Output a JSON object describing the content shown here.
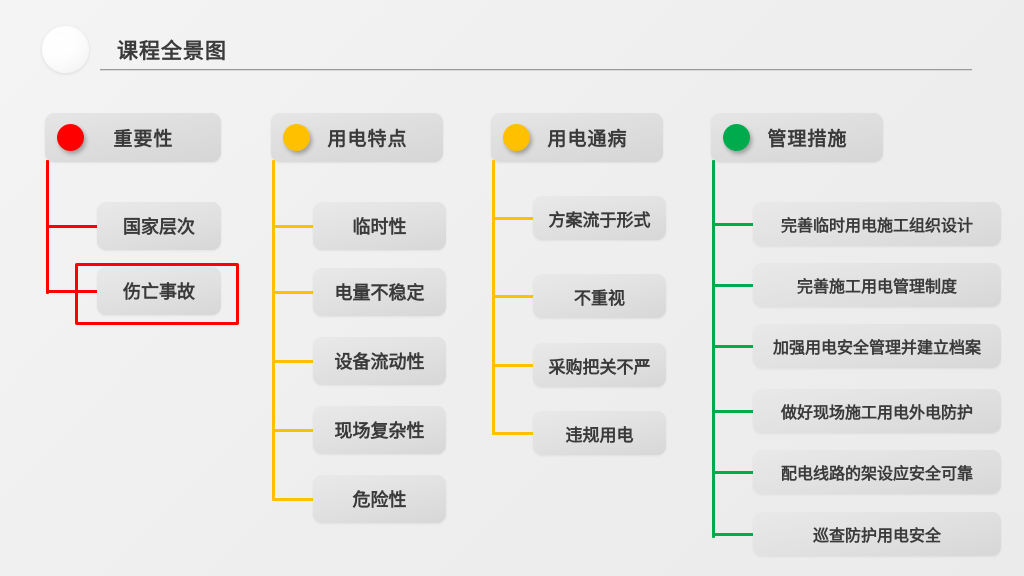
{
  "slide": {
    "title": "课程全景图",
    "background_color": "#f1f1f1"
  },
  "columns": [
    {
      "id": "importance",
      "header": "重要性",
      "dot_icon": "red-circle-icon",
      "color": "#ff0000",
      "items": [
        {
          "label": "国家层次",
          "highlighted": false
        },
        {
          "label": "伤亡事故",
          "highlighted": true
        }
      ]
    },
    {
      "id": "power-use-features",
      "header": "用电特点",
      "dot_icon": "amber-circle-icon",
      "color": "#ffc000",
      "items": [
        {
          "label": "临时性",
          "highlighted": false
        },
        {
          "label": "电量不稳定",
          "highlighted": false
        },
        {
          "label": "设备流动性",
          "highlighted": false
        },
        {
          "label": "现场复杂性",
          "highlighted": false
        },
        {
          "label": "危险性",
          "highlighted": false
        }
      ]
    },
    {
      "id": "common-problems",
      "header": "用电通病",
      "dot_icon": "amber-circle-icon",
      "color": "#ffc000",
      "items": [
        {
          "label": "方案流于形式",
          "highlighted": false
        },
        {
          "label": "不重视",
          "highlighted": false
        },
        {
          "label": "采购把关不严",
          "highlighted": false
        },
        {
          "label": "违规用电",
          "highlighted": false
        }
      ]
    },
    {
      "id": "management-measures",
      "header": "管理措施",
      "dot_icon": "green-circle-icon",
      "color": "#00ab4e",
      "items": [
        {
          "label": "完善临时用电施工组织设计",
          "highlighted": false
        },
        {
          "label": "完善施工用电管理制度",
          "highlighted": false
        },
        {
          "label": "加强用电安全管理并建立档案",
          "highlighted": false
        },
        {
          "label": "做好现场施工用电外电防护",
          "highlighted": false
        },
        {
          "label": "配电线路的架设应安全可靠",
          "highlighted": false
        },
        {
          "label": "巡查防护用电安全",
          "highlighted": false
        }
      ]
    }
  ]
}
